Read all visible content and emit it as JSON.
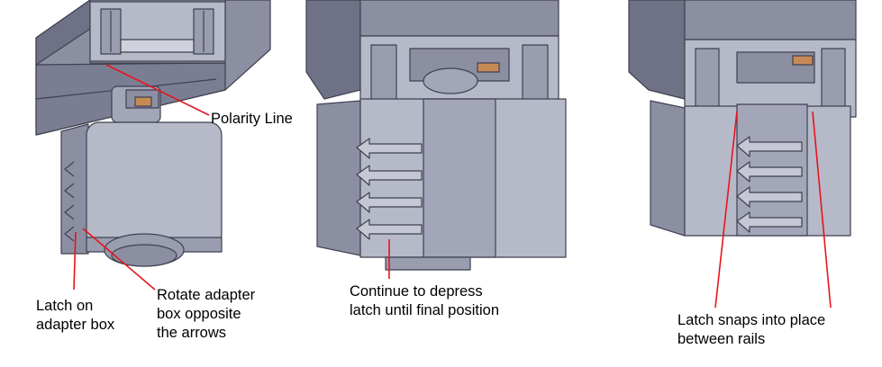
{
  "colors": {
    "metal_light": "#b6b9c8",
    "metal_mid": "#9a9daf",
    "metal_dark": "#6f7286",
    "outline": "#3f4150",
    "leader": "#e8141c",
    "copper": "#c88a55"
  },
  "panels": [
    {
      "labels": [
        {
          "id": "polarity",
          "lines": [
            "Polarity Line"
          ]
        },
        {
          "id": "latch",
          "lines": [
            "Latch on",
            "adapter box"
          ]
        },
        {
          "id": "rotate",
          "lines": [
            "Rotate adapter",
            "box opposite",
            "the arrows"
          ]
        }
      ]
    },
    {
      "labels": [
        {
          "id": "continue",
          "lines": [
            "Continue to depress",
            "latch until final position"
          ]
        }
      ]
    },
    {
      "labels": [
        {
          "id": "snaps",
          "lines": [
            "Latch snaps into place",
            "between rails"
          ]
        }
      ]
    }
  ]
}
